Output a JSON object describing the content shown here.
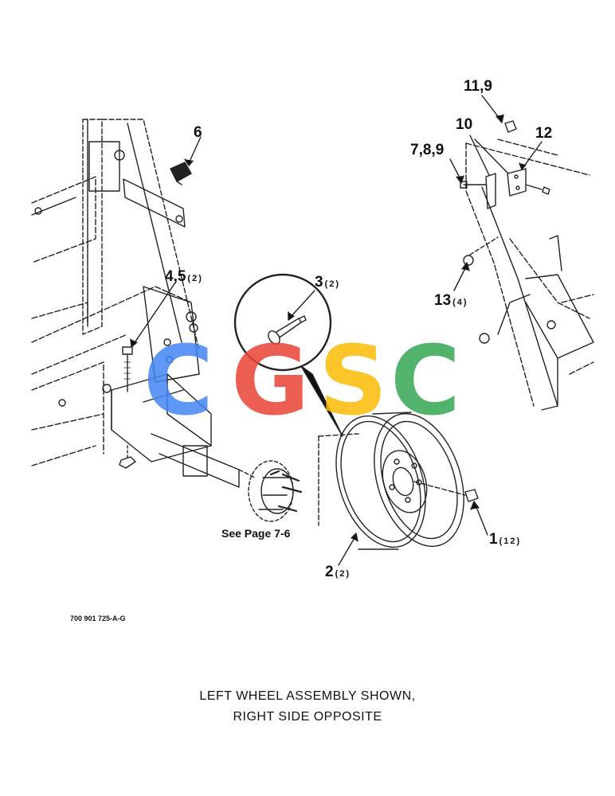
{
  "callouts": [
    {
      "id": "11-9",
      "text": "11,9",
      "qty": ""
    },
    {
      "id": "10",
      "text": "10",
      "qty": ""
    },
    {
      "id": "12",
      "text": "12",
      "qty": ""
    },
    {
      "id": "7-8-9",
      "text": "7,8,9",
      "qty": ""
    },
    {
      "id": "6",
      "text": "6",
      "qty": ""
    },
    {
      "id": "13",
      "text": "13",
      "qty": "(4)"
    },
    {
      "id": "4-5",
      "text": "4,5",
      "qty": "(2)"
    },
    {
      "id": "3",
      "text": "3",
      "qty": "(2)"
    },
    {
      "id": "1",
      "text": "1",
      "qty": "(12)"
    },
    {
      "id": "2",
      "text": "2",
      "qty": "(2)"
    }
  ],
  "reference_note": "See Page 7-6",
  "drawing_number": "700 901 725-A-G",
  "caption": {
    "line1": "LEFT WHEEL ASSEMBLY SHOWN,",
    "line2": "RIGHT SIDE OPPOSITE"
  },
  "watermark": {
    "letters": [
      "C",
      "G",
      "S",
      "C"
    ],
    "colors": [
      "#4285F4",
      "#EA4335",
      "#FBBC05",
      "#34A853"
    ]
  }
}
